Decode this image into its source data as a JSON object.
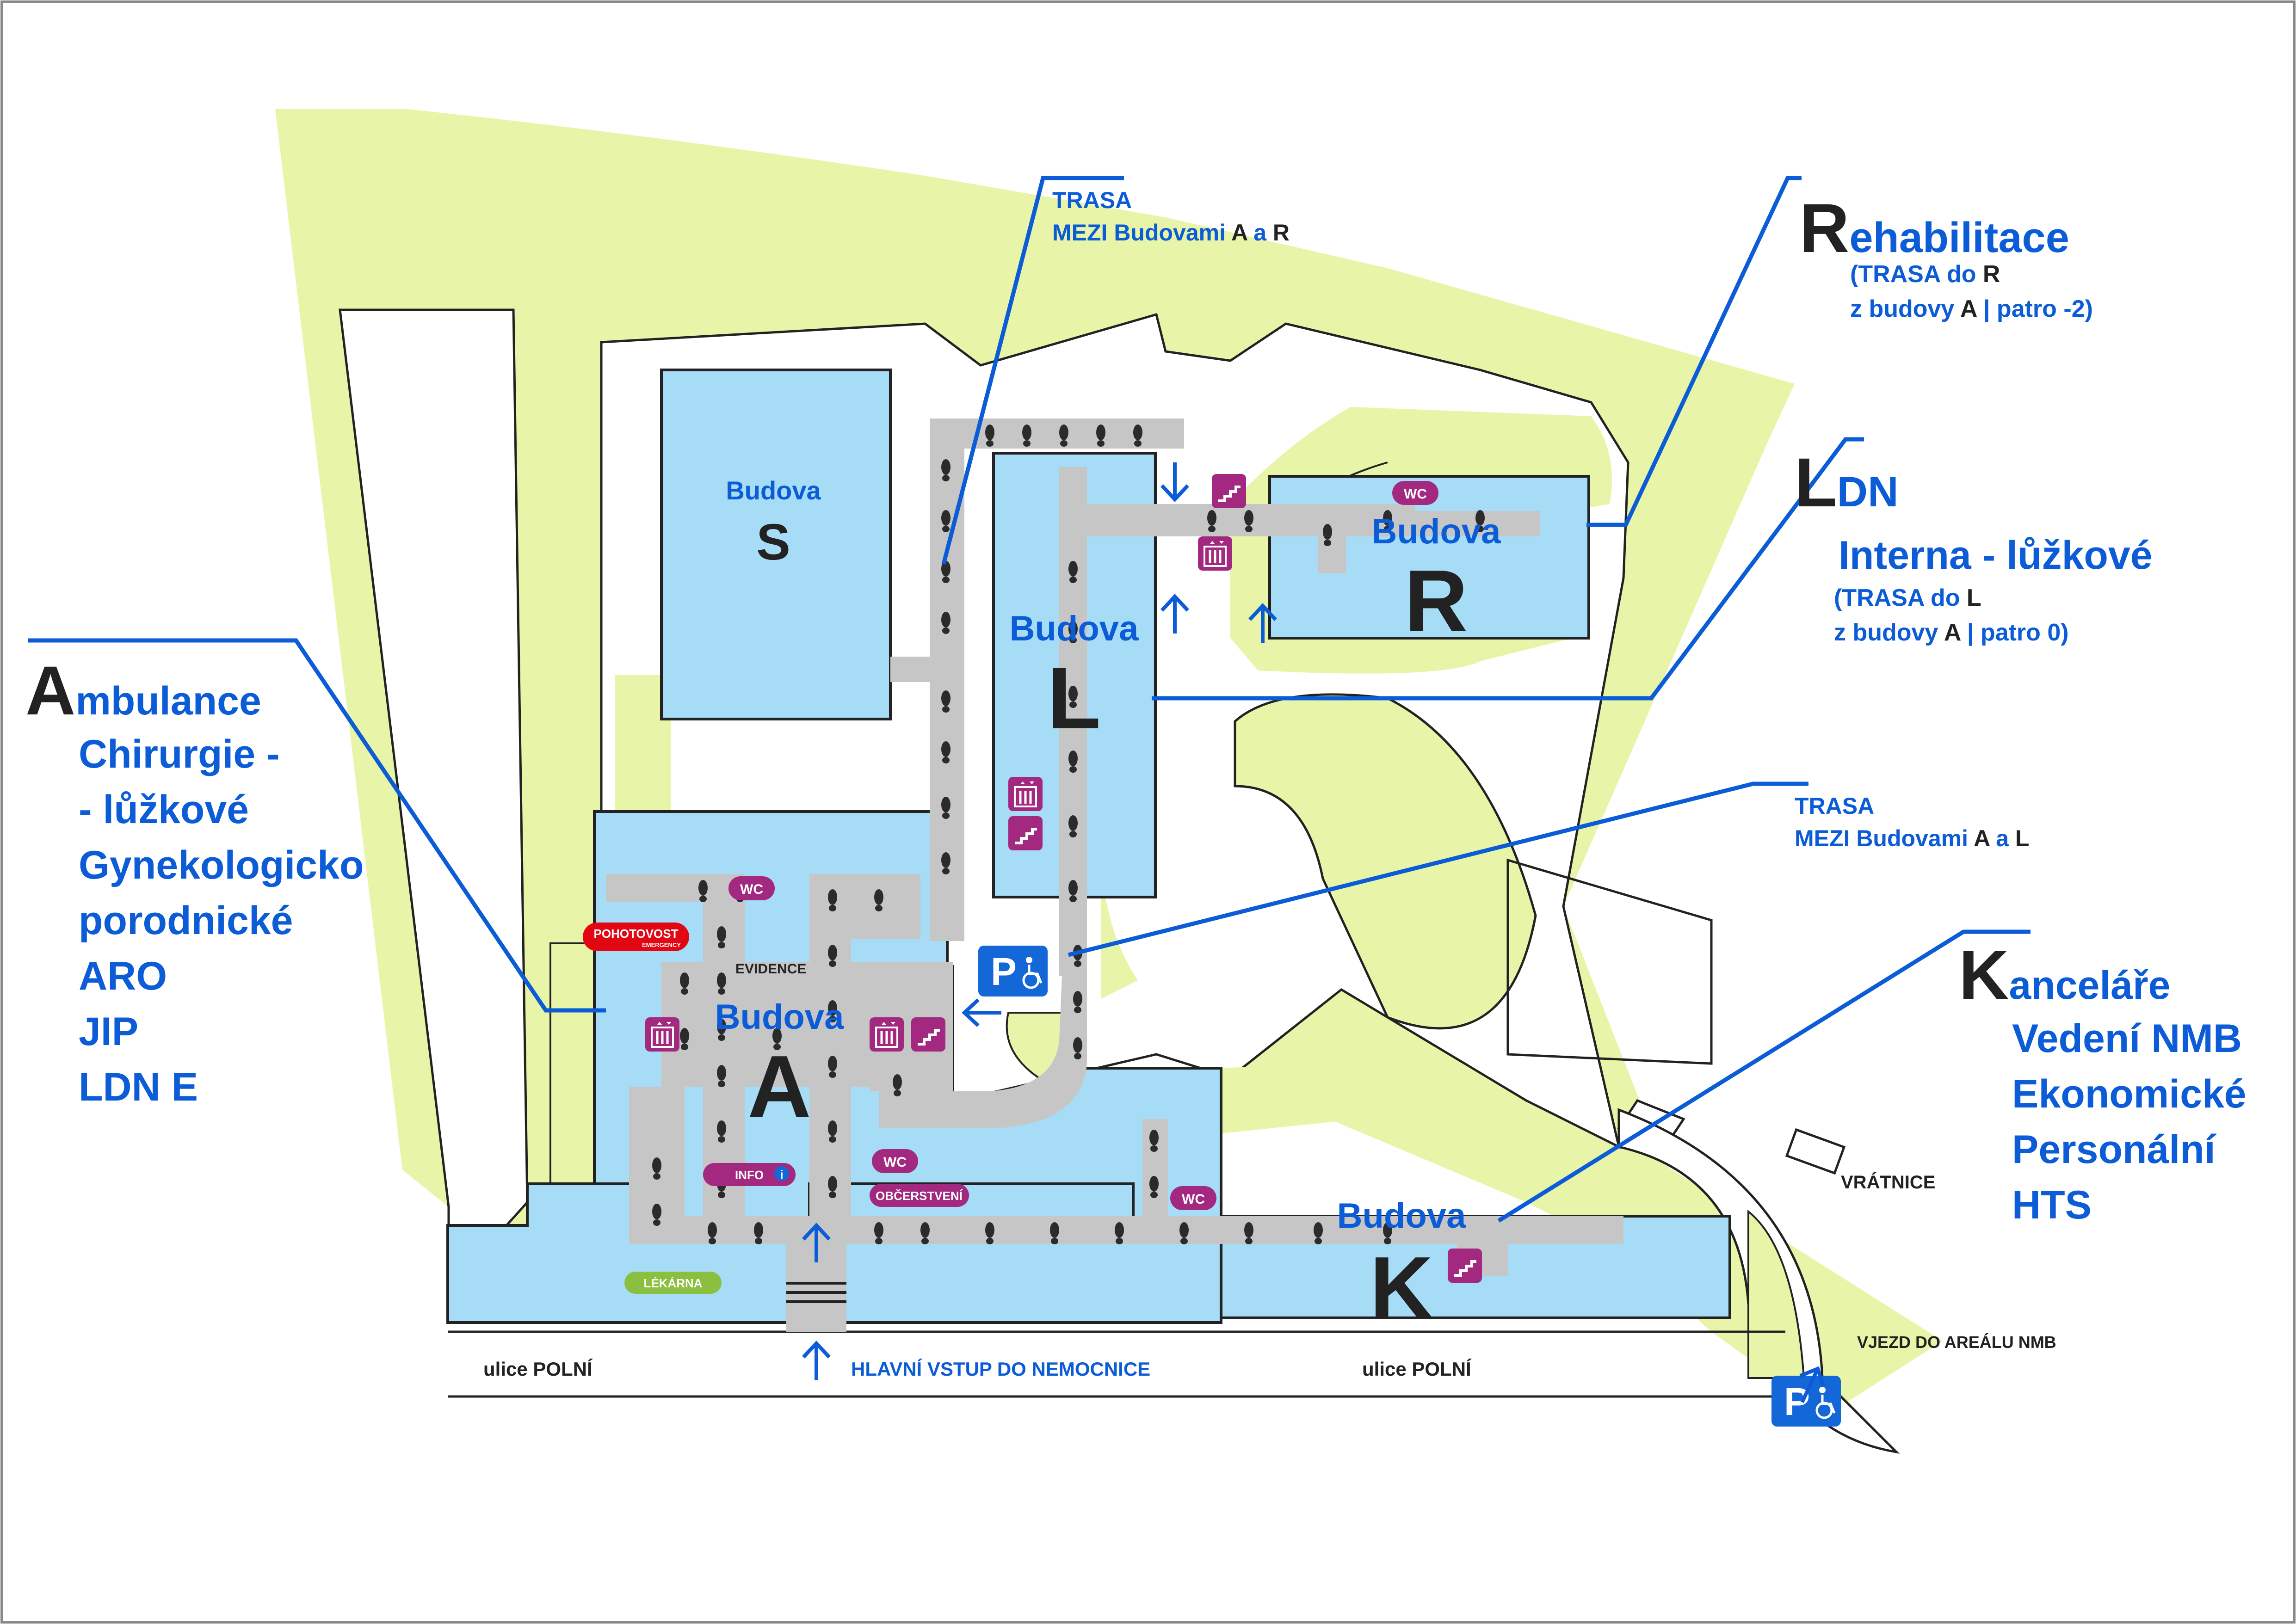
{
  "colors": {
    "green_area": "#e8f5a8",
    "building_fill": "#a6dcf6",
    "path_gray": "#c6c6c6",
    "accent_blue": "#0b5cd6",
    "dark_text": "#222222",
    "magenta": "#a3287f",
    "emergency_red": "#e30613",
    "pharmacy_green": "#8bbf3f",
    "parking_blue": "#1467d6"
  },
  "buildings": {
    "s": {
      "word": "Budova",
      "letter": "S"
    },
    "l": {
      "word": "Budova",
      "letter": "L"
    },
    "r": {
      "word": "Budova",
      "letter": "R"
    },
    "a": {
      "word": "Budova",
      "letter": "A"
    },
    "k": {
      "word": "Budova",
      "letter": "K"
    }
  },
  "route_ar": {
    "line1": "TRASA",
    "line2_prefix": "MEZI Budovami ",
    "b1": "A",
    "conj": " a ",
    "b2": "R"
  },
  "route_al": {
    "line1": "TRASA",
    "line2_prefix": "MEZI Budovami ",
    "b1": "A",
    "conj": " a ",
    "b2": "L"
  },
  "rehab": {
    "initial": "R",
    "title_rest": "ehabilitace",
    "line1_prefix": "(TRASA do ",
    "line1_bold": "R",
    "line2_prefix": "z budovy ",
    "line2_bold": "A",
    "line2_suffix": " | patro -2)"
  },
  "ldn": {
    "initial": "L",
    "title_rest": "DN",
    "sub": "Interna - lůžkové",
    "line1_prefix": "(TRASA do ",
    "line1_bold": "L",
    "line2_prefix": "z budovy ",
    "line2_bold": "A",
    "line2_suffix": " | patro 0)"
  },
  "ambulance": {
    "initial": "A",
    "title_rest": "mbulance",
    "items": [
      "Chirurgie -",
      "- lůžkové",
      "Gynekologicko",
      "porodnické",
      "ARO",
      "JIP",
      "LDN E"
    ]
  },
  "kancelare": {
    "initial": "K",
    "title_rest": "anceláře",
    "items": [
      "Vedení NMB",
      "Ekonomické",
      "Personální",
      "HTS"
    ]
  },
  "labels": {
    "wc": "WC",
    "pohotovost": "POHOTOVOST",
    "emergency": "EMERGENCY",
    "evidence": "EVIDENCE",
    "info": "INFO",
    "info_icon": "i",
    "obcerstveni": "OBČERSTVENÍ",
    "lekarna": "LÉKÁRNA",
    "vratnice": "VRÁTNICE",
    "vjezd": "VJEZD DO AREÁLU NMB",
    "street_left": "ulice POLNÍ",
    "street_right": "ulice POLNÍ",
    "main_entrance": "HLAVNÍ VSTUP DO NEMOCNICE",
    "parking": "P"
  },
  "icons": {
    "elevator": "elevator-icon",
    "stairs": "stairs-icon",
    "wheelchair": "wheelchair-icon",
    "arrow": "arrow-icon",
    "footprints": "footprints-icon"
  }
}
